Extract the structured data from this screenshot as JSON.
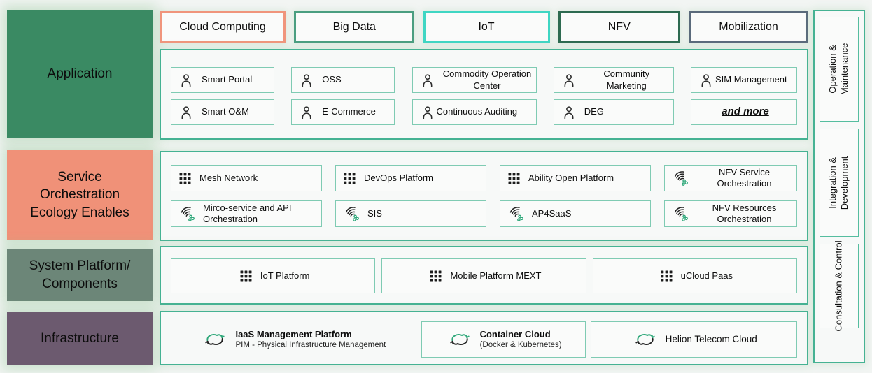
{
  "stack": {
    "rows": [
      {
        "label": "Application",
        "color": "#3a8a63"
      },
      {
        "label": "Service Orchestration Ecology Enables",
        "color": "#f09178"
      },
      {
        "label": "System Platform/ Components",
        "color": "#6c8678"
      },
      {
        "label": "Infrastructure",
        "color": "#6c5a6f"
      }
    ]
  },
  "categories": [
    {
      "label": "Cloud Computing",
      "border": "#f0957c"
    },
    {
      "label": "Big Data",
      "border": "#4a9e80"
    },
    {
      "label": "IoT",
      "border": "#3fd6c3"
    },
    {
      "label": "NFV",
      "border": "#2d6a50"
    },
    {
      "label": "Mobilization",
      "border": "#5a6a7b"
    }
  ],
  "application": {
    "row1": [
      {
        "label": "Smart Portal"
      },
      {
        "label": "OSS"
      },
      {
        "label": "Commodity Operation Center"
      },
      {
        "label": "Community Marketing"
      },
      {
        "label": "SIM Management"
      }
    ],
    "row2": [
      {
        "label": "Smart O&M"
      },
      {
        "label": "E-Commerce"
      },
      {
        "label": "Continuous Auditing"
      },
      {
        "label": "DEG"
      },
      {
        "label": "and more"
      }
    ]
  },
  "service_orchestration": {
    "row1": [
      {
        "label": "Mesh Network"
      },
      {
        "label": "DevOps Platform"
      },
      {
        "label": "Ability Open Platform"
      },
      {
        "label": "NFV Service Orchestration"
      }
    ],
    "row2": [
      {
        "label": "Mirco-service and API Orchestration"
      },
      {
        "label": "SIS"
      },
      {
        "label": "AP4SaaS"
      },
      {
        "label": "NFV Resources Orchestration"
      }
    ]
  },
  "system_platform": {
    "items": [
      {
        "label": "IoT Platform"
      },
      {
        "label": "Mobile Platform MEXT"
      },
      {
        "label": "uCloud Paas"
      }
    ]
  },
  "infrastructure": {
    "items": [
      {
        "label": "IaaS Management Platform",
        "sublabel": "PIM - Physical Infrastructure Management"
      },
      {
        "label": "Container Cloud",
        "sublabel": "(Docker & Kubernetes)"
      },
      {
        "label": "Helion Telecom Cloud"
      }
    ]
  },
  "sidebar": {
    "items": [
      {
        "label": "Operation & Maintenance"
      },
      {
        "label": "Integration & Development"
      },
      {
        "label": "Consultation & Control"
      }
    ]
  },
  "icon_colors": {
    "accent_green": "#2fa87a",
    "glyph_dark": "#222222"
  }
}
